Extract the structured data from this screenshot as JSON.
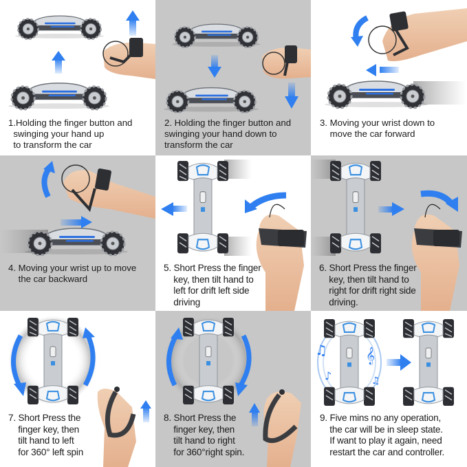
{
  "title": "Gesture-controlled stunt RC car instructions",
  "colors": {
    "gray_panel": "#c7c7c7",
    "white_panel": "#ffffff",
    "arrow_blue": "#2f7ff0",
    "car_accent": "#2b6fe0",
    "text": "#1a1a1a"
  },
  "panels": [
    {
      "step": 1,
      "background": "white",
      "caption": "1.Holding the finger button and\n  swinging your hand up\n  to transform the car",
      "illustration": "car-transform-up"
    },
    {
      "step": 2,
      "background": "gray",
      "caption": "2. Holding the finger button and\nswinging your hand down to\ntransform the car",
      "illustration": "car-transform-down"
    },
    {
      "step": 3,
      "background": "white",
      "caption": "3. Moving your wrist down to\n    move the car forward",
      "illustration": "car-forward"
    },
    {
      "step": 4,
      "background": "gray",
      "caption": "4. Moving your wrist up to move\n    the car backward",
      "illustration": "car-backward"
    },
    {
      "step": 5,
      "background": "white",
      "caption": "5. Short Press the finger\n    key, then tilt hand to\n    left for drift left side\n    driving",
      "illustration": "drift-left"
    },
    {
      "step": 6,
      "background": "gray",
      "caption": "6. Short Press the finger\n    key, then tilt hand to\n    right for drift right side\n    driving.",
      "illustration": "drift-right"
    },
    {
      "step": 7,
      "background": "white",
      "caption": "7. Short Press the\n    finger key, then\n    tilt hand to left\n    for 360° left spin",
      "illustration": "spin-left"
    },
    {
      "step": 8,
      "background": "gray",
      "caption": "8. Short Press the\n    finger key, then\n    tilt hand to right\n    for 360°right spin.",
      "illustration": "spin-right"
    },
    {
      "step": 9,
      "background": "white",
      "caption": "9. Five mins no any operation,\n    the car will be in sleep state.\n    If want to play it again, need\n    restart the car and controller.",
      "illustration": "sleep-state"
    }
  ]
}
